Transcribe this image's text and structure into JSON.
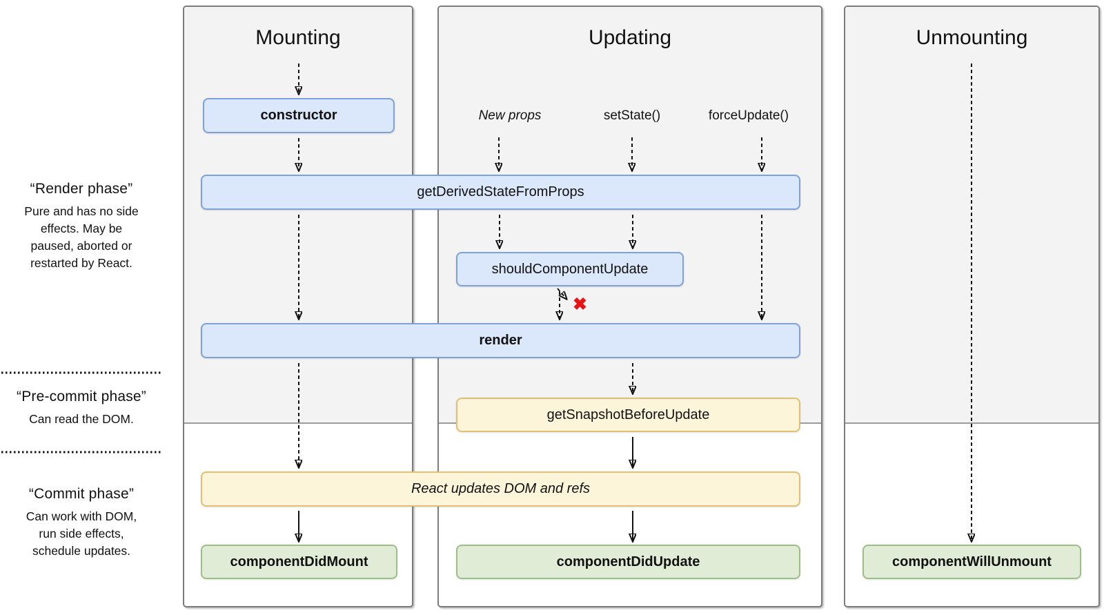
{
  "sidebar": {
    "sections": [
      {
        "title": "“Render phase”",
        "body": "Pure and has no side\neffects. May be\npaused, aborted or\nrestarted by React."
      },
      {
        "title": "“Pre-commit phase”",
        "body": "Can read the DOM."
      },
      {
        "title": "“Commit phase”",
        "body": "Can work with DOM,\nrun side effects,\nschedule updates."
      }
    ]
  },
  "columns": {
    "mounting": {
      "title": "Mounting"
    },
    "updating": {
      "title": "Updating",
      "triggers": [
        {
          "label": "New props"
        },
        {
          "label": "setState()"
        },
        {
          "label": "forceUpdate()"
        }
      ]
    },
    "unmounting": {
      "title": "Unmounting"
    }
  },
  "boxes": {
    "constructor": {
      "label": "constructor"
    },
    "get_derived_state_from_props": {
      "label": "getDerivedStateFromProps"
    },
    "should_component_update": {
      "label": "shouldComponentUpdate"
    },
    "render": {
      "label": "render"
    },
    "get_snapshot_before_update": {
      "label": "getSnapshotBeforeUpdate"
    },
    "react_updates_dom": {
      "label": "React updates DOM and refs"
    },
    "component_did_mount": {
      "label": "componentDidMount"
    },
    "component_did_update": {
      "label": "componentDidUpdate"
    },
    "component_will_unmount": {
      "label": "componentWillUnmount"
    }
  },
  "icons": {
    "skip_render_x_icon": "✖"
  },
  "colors": {
    "render_phase_box_fill": "#dbe7fa",
    "render_phase_box_border": "#7da2d8",
    "pre_commit_box_fill": "#fdf5da",
    "pre_commit_box_border": "#e2bf72",
    "commit_box_fill": "#e0ecd6",
    "commit_box_border": "#9dbf87",
    "skip_x_color": "#e81313",
    "column_background_top": "#f3f3f4",
    "column_background_bottom": "#ffffff"
  }
}
